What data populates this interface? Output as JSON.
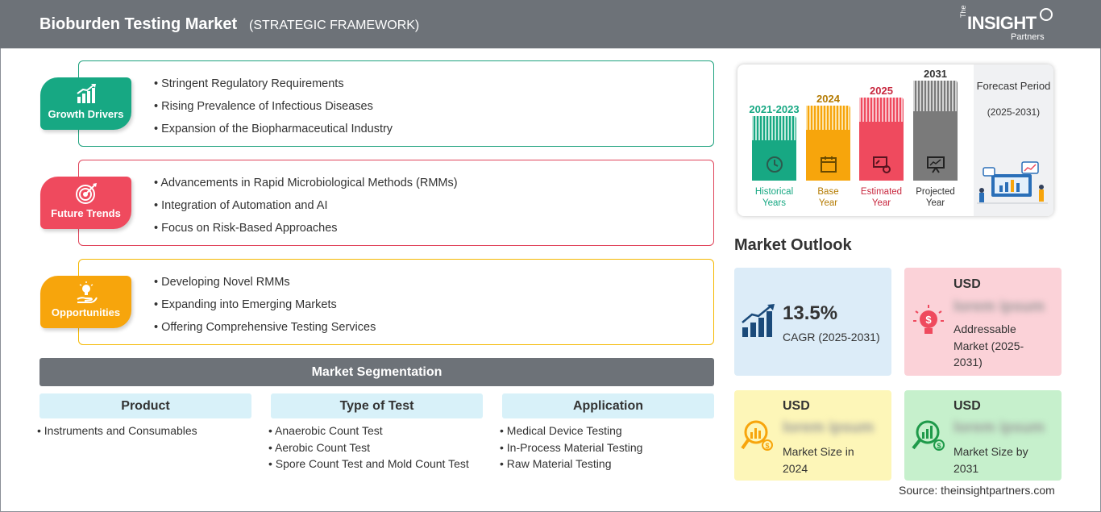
{
  "header": {
    "title": "Bioburden Testing Market",
    "subtitle": "(STRATEGIC FRAMEWORK)",
    "logo": {
      "the": "The",
      "insight": "INSIGHT",
      "partners": "Partners"
    }
  },
  "framework": [
    {
      "label": "Growth Drivers",
      "icon": "growth-chart-icon",
      "color": "#17a883",
      "items": [
        "Stringent Regulatory Requirements",
        "Rising Prevalence of Infectious Diseases",
        "Expansion of the Biopharmaceutical Industry"
      ]
    },
    {
      "label": "Future Trends",
      "icon": "target-icon",
      "color": "#ef4a5e",
      "items": [
        "Advancements in Rapid Microbiological Methods (RMMs)",
        "Integration of Automation and AI",
        "Focus on Risk-Based Approaches"
      ]
    },
    {
      "label": "Opportunities",
      "icon": "lightbulb-hand-icon",
      "color": "#f7a50c",
      "items": [
        "Developing Novel RMMs",
        "Expanding into Emerging Markets",
        "Offering Comprehensive Testing Services"
      ]
    }
  ],
  "segmentation": {
    "title": "Market Segmentation",
    "columns": [
      {
        "heading": "Product",
        "items": [
          "Instruments and Consumables"
        ]
      },
      {
        "heading": "Type of Test",
        "items": [
          "Anaerobic Count Test",
          "Aerobic Count Test",
          "Spore Count Test and Mold Count Test"
        ]
      },
      {
        "heading": "Application",
        "items": [
          "Medical Device Testing",
          "In-Process Material Testing",
          "Raw Material Testing"
        ]
      }
    ]
  },
  "timeline": {
    "bars": [
      {
        "year": "2021-2023",
        "caption1": "Historical",
        "caption2": "Years",
        "color": "#17a883"
      },
      {
        "year": "2024",
        "caption1": "Base",
        "caption2": "Year",
        "color": "#f7a50c"
      },
      {
        "year": "2025",
        "caption1": "Estimated",
        "caption2": "Year",
        "color": "#ef4a5e"
      },
      {
        "year": "2031",
        "caption1": "Projected",
        "caption2": "Year",
        "color": "#7a7a7a"
      }
    ],
    "forecast": {
      "title": "Forecast Period",
      "range": "(2025-2031)"
    }
  },
  "outlook": {
    "title": "Market Outlook",
    "cagr": {
      "value": "13.5%",
      "label": "CAGR (2025-2031)"
    },
    "addressable": {
      "currency": "USD",
      "value": "lorem ipsum",
      "label": "Addressable Market (2025-2031)"
    },
    "size2024": {
      "currency": "USD",
      "value": "lorem ipsum",
      "label": "Market Size in 2024"
    },
    "size2031": {
      "currency": "USD",
      "value": "lorem ipsum",
      "label": "Market Size by 2031"
    }
  },
  "source": "Source: theinsightpartners.com"
}
